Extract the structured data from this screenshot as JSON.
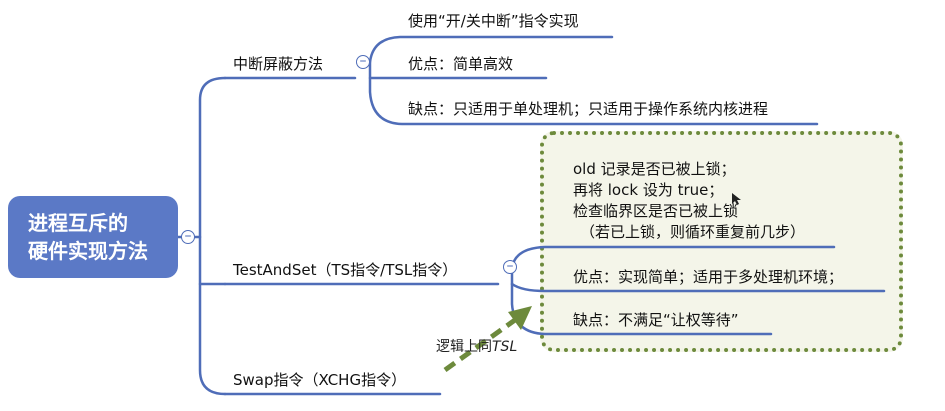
{
  "root": {
    "line1": "进程互斥的",
    "line2": "硬件实现方法"
  },
  "branches": {
    "interrupt": {
      "label": "中断屏蔽方法",
      "children": [
        "使用“开/关中断”指令实现",
        "优点：简单高效",
        "缺点：只适用于单处理机；只适用于操作系统内核进程"
      ]
    },
    "tsl": {
      "label": "TestAndSet（TS指令/TSL指令）",
      "detail": [
        "old 记录是否已被上锁；",
        "再将 lock 设为 true；",
        "检查临界区是否已被上锁",
        "（若已上锁，则循环重复前几步）"
      ],
      "pros": "优点：实现简单；适用于多处理机环境；",
      "cons": "缺点：不满足“让权等待”"
    },
    "swap": {
      "label": "Swap指令（XCHG指令）"
    }
  },
  "annotation": {
    "prefix": "逻辑上同",
    "emph": "TSL"
  },
  "icons": {
    "collapse": "collapse-minus-icon",
    "arrow": "dashed-arrow-icon"
  },
  "colors": {
    "root_bg": "#5b79c6",
    "line": "#4f6db8",
    "note_border": "#6d8a3c",
    "note_bg": "#f4f5e9",
    "arrow": "#6d8a3c"
  }
}
